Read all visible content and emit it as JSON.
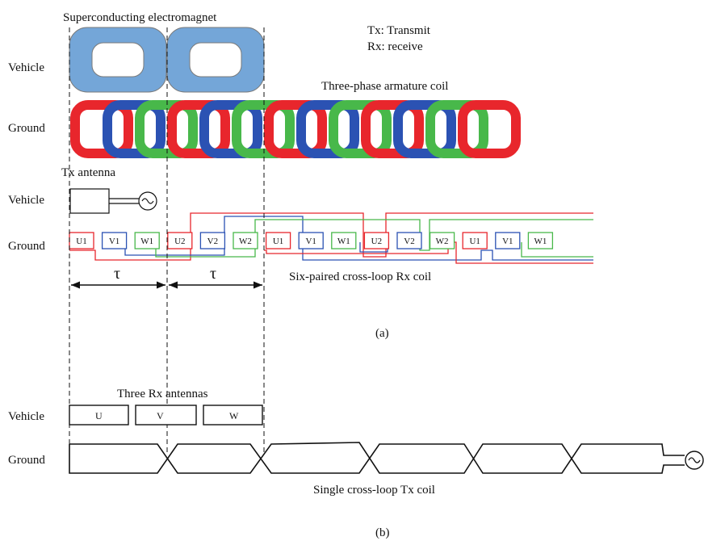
{
  "labels": {
    "magnet": "Superconducting electromagnet",
    "tx_legend": "Tx: Transmit",
    "rx_legend": "Rx: receive",
    "armature": "Three-phase armature coil",
    "tx_antenna": "Tx antenna",
    "rx_coil": "Six-paired cross-loop Rx coil",
    "three_rx": "Three Rx antennas",
    "tx_coil": "Single cross-loop Tx coil",
    "caption_a": "(a)",
    "caption_b": "(b)"
  },
  "rows": {
    "vehicle_1": "Vehicle",
    "ground_1": "Ground",
    "vehicle_2": "Vehicle",
    "ground_2": "Ground",
    "vehicle_3": "Vehicle",
    "ground_3": "Ground"
  },
  "tau": {
    "left": "τ",
    "right": "τ"
  },
  "rx_loops": [
    "U1",
    "V1",
    "W1",
    "U2",
    "V2",
    "W2",
    "U1",
    "V1",
    "W1",
    "U2",
    "V2",
    "W2",
    "U1",
    "V1",
    "W1"
  ],
  "rx_antennas": [
    "U",
    "V",
    "W"
  ],
  "colors": {
    "magnet_fill": "#74a6d8",
    "magnet_stroke": "#7a7a7a",
    "phase_red": "#e8262c",
    "phase_blue": "#2b52b3",
    "phase_green": "#48b84a",
    "line": "#111111"
  }
}
